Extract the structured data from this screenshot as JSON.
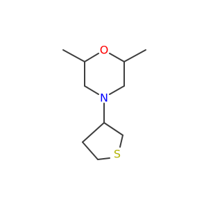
{
  "molecule": {
    "atoms": {
      "oxygen": {
        "label": "O",
        "color": "#ff0000"
      },
      "nitrogen": {
        "label": "N",
        "color": "#0000ff"
      },
      "sulfur": {
        "label": "S",
        "color": "#b2b200"
      }
    },
    "bond_color": "#3d3d3d",
    "background": "#ffffff"
  }
}
